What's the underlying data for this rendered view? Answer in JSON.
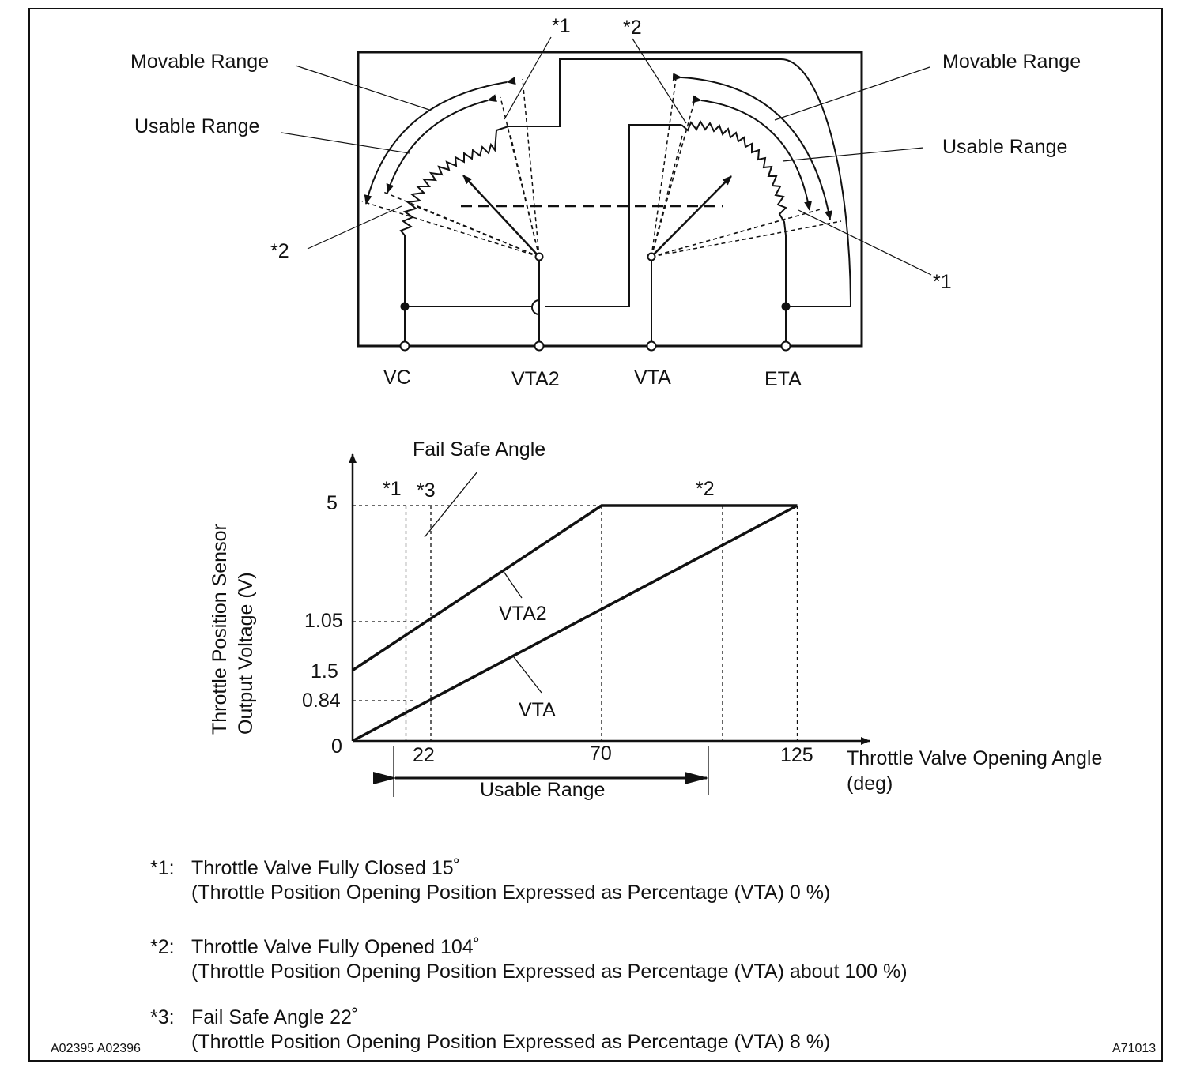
{
  "schematic": {
    "left_movable_label": "Movable Range",
    "left_usable_label": "Usable Range",
    "left_star2": "*2",
    "top_star1": "*1",
    "top_star2": "*2",
    "right_movable_label": "Movable Range",
    "right_usable_label": "Usable Range",
    "right_star1": "*1",
    "terminals": [
      "VC",
      "VTA2",
      "VTA",
      "ETA"
    ]
  },
  "graph": {
    "fail_safe_label": "Fail Safe Angle",
    "ylabel_line1": "Throttle Position Sensor",
    "ylabel_line2": "Output Voltage (V)",
    "xlabel_line1": "Throttle Valve Opening Angle",
    "xlabel_line2": "(deg)",
    "y_ticks": [
      "5",
      "1.05",
      "1.5",
      "0.84",
      "0"
    ],
    "x_ticks": [
      "22",
      "70",
      "125"
    ],
    "top_marks": [
      "*1",
      "*3",
      "*2"
    ],
    "vta2_label": "VTA2",
    "vta_label": "VTA",
    "usable_range_label": "Usable Range"
  },
  "chart_data": {
    "type": "line",
    "xlabel": "Throttle Valve Opening Angle (deg)",
    "ylabel": "Throttle Position Sensor Output Voltage (V)",
    "x_ticks": [
      22,
      70,
      125
    ],
    "series": [
      {
        "name": "VTA2",
        "x": [
          0,
          70,
          125
        ],
        "y": [
          1.5,
          5,
          5
        ]
      },
      {
        "name": "VTA",
        "x": [
          0,
          125
        ],
        "y": [
          0,
          5
        ]
      }
    ],
    "reference_marks": [
      {
        "label": "*1",
        "x": 15
      },
      {
        "label": "*3",
        "x": 22
      },
      {
        "label": "*2",
        "x": 104
      }
    ],
    "usable_range": [
      15,
      104
    ]
  },
  "notes": [
    {
      "key": "*1:",
      "line1": "Throttle Valve Fully Closed 15˚",
      "line2": "(Throttle Position Opening Position Expressed as Percentage (VTA) 0 %)"
    },
    {
      "key": "*2:",
      "line1": "Throttle Valve Fully Opened 104˚",
      "line2": "(Throttle Position Opening Position Expressed as Percentage (VTA) about 100 %)"
    },
    {
      "key": "*3:",
      "line1": "Fail Safe Angle 22˚",
      "line2": "(Throttle Position Opening Position Expressed as Percentage (VTA) 8 %)"
    }
  ],
  "footer": {
    "left_code": "A02395 A02396",
    "right_code": "A71013"
  }
}
